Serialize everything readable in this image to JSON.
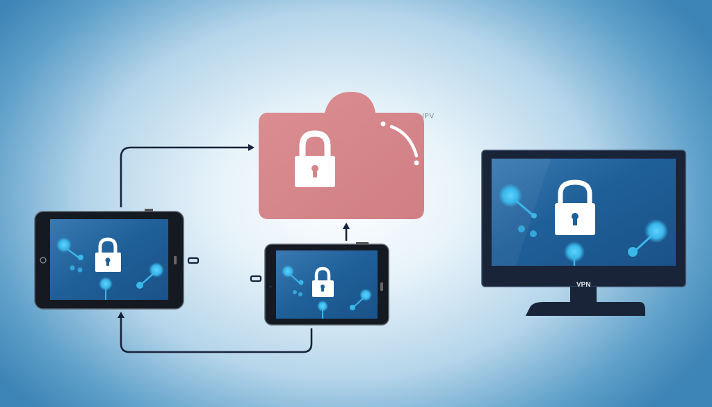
{
  "diagram": {
    "title": "",
    "server": {
      "label": "IPV",
      "color": "#d6868a",
      "icon": "padlock-icon"
    },
    "devices": [
      {
        "id": "tablet-left",
        "type": "tablet",
        "icon": "padlock-icon"
      },
      {
        "id": "tablet-middle",
        "type": "tablet",
        "icon": "padlock-icon"
      },
      {
        "id": "monitor-right",
        "type": "monitor",
        "icon": "padlock-icon",
        "label": "VPN"
      }
    ],
    "connections": [
      {
        "from": "tablet-left",
        "to": "server",
        "arrow": "right"
      },
      {
        "from": "tablet-middle",
        "to": "server",
        "arrow": "up"
      },
      {
        "from": "tablet-middle",
        "to": "tablet-left",
        "arrow": "up"
      }
    ],
    "colors": {
      "background_center": "#ffffff",
      "background_edge": "#3d85b6",
      "screen": "#1f5f98",
      "device_frame": "#151a22",
      "monitor_frame": "#1a2438",
      "arrow": "#16233a",
      "node_glow": "#3ab8ea"
    }
  }
}
